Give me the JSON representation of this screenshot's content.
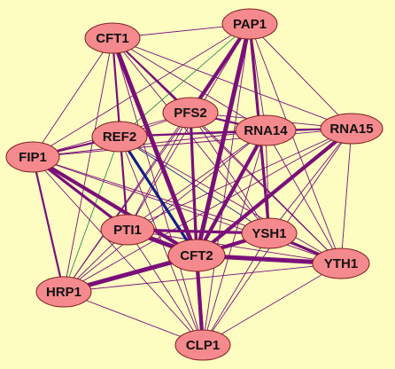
{
  "diagram": {
    "colors": {
      "background": "#fdfdc2",
      "node_fill": "#f58a8e",
      "node_stroke": "#7a1c1c",
      "edge_purple": "#7a0f7a",
      "edge_blue": "#141c8c",
      "edge_green": "#2a8a4a"
    },
    "nodes": [
      {
        "id": "CFT1",
        "label": "CFT1"
      },
      {
        "id": "PAP1",
        "label": "PAP1"
      },
      {
        "id": "PFS2",
        "label": "PFS2"
      },
      {
        "id": "REF2",
        "label": "REF2"
      },
      {
        "id": "RNA14",
        "label": "RNA14"
      },
      {
        "id": "RNA15",
        "label": "RNA15"
      },
      {
        "id": "FIP1",
        "label": "FIP1"
      },
      {
        "id": "PTI1",
        "label": "PTI1"
      },
      {
        "id": "YSH1",
        "label": "YSH1"
      },
      {
        "id": "CFT2",
        "label": "CFT2"
      },
      {
        "id": "YTH1",
        "label": "YTH1"
      },
      {
        "id": "HRP1",
        "label": "HRP1"
      },
      {
        "id": "CLP1",
        "label": "CLP1"
      }
    ],
    "edges": [
      {
        "source": "CFT1",
        "target": "CFT2",
        "weight": 5,
        "color": "purple"
      },
      {
        "source": "PAP1",
        "target": "CFT2",
        "weight": 5,
        "color": "purple"
      },
      {
        "source": "RNA15",
        "target": "CFT2",
        "weight": 4,
        "color": "purple"
      },
      {
        "source": "RNA14",
        "target": "CFT2",
        "weight": 4,
        "color": "purple"
      },
      {
        "source": "FIP1",
        "target": "CFT2",
        "weight": 4,
        "color": "purple"
      },
      {
        "source": "HRP1",
        "target": "CFT2",
        "weight": 5,
        "color": "purple"
      },
      {
        "source": "CFT2",
        "target": "YTH1",
        "weight": 5,
        "color": "purple"
      },
      {
        "source": "CFT2",
        "target": "CLP1",
        "weight": 4,
        "color": "purple"
      },
      {
        "source": "PTI1",
        "target": "CFT2",
        "weight": 5,
        "color": "purple"
      },
      {
        "source": "YSH1",
        "target": "CFT2",
        "weight": 4,
        "color": "purple"
      },
      {
        "source": "PFS2",
        "target": "CFT2",
        "weight": 3,
        "color": "purple"
      },
      {
        "source": "REF2",
        "target": "CFT2",
        "weight": 3,
        "color": "blue"
      },
      {
        "source": "PAP1",
        "target": "PFS2",
        "weight": 4,
        "color": "purple"
      },
      {
        "source": "PAP1",
        "target": "YSH1",
        "weight": 3,
        "color": "purple"
      },
      {
        "source": "FIP1",
        "target": "PTI1",
        "weight": 3,
        "color": "purple"
      },
      {
        "source": "FIP1",
        "target": "HRP1",
        "weight": 2,
        "color": "purple"
      },
      {
        "source": "REF2",
        "target": "FIP1",
        "weight": 2,
        "color": "purple"
      },
      {
        "source": "PTI1",
        "target": "YSH1",
        "weight": 3,
        "color": "purple"
      },
      {
        "source": "YSH1",
        "target": "YTH1",
        "weight": 3,
        "color": "purple"
      },
      {
        "source": "CFT1",
        "target": "PTI1",
        "weight": 2,
        "color": "purple"
      },
      {
        "source": "RNA14",
        "target": "RNA15",
        "weight": 2,
        "color": "purple"
      },
      {
        "source": "REF2",
        "target": "RNA14",
        "weight": 2,
        "color": "purple"
      },
      {
        "source": "PFS2",
        "target": "RNA14",
        "weight": 2,
        "color": "purple"
      },
      {
        "source": "CFT1",
        "target": "PFS2",
        "weight": 2,
        "color": "purple"
      },
      {
        "source": "CFT1",
        "target": "PAP1",
        "weight": 1,
        "color": "purple"
      },
      {
        "source": "CFT1",
        "target": "RNA14",
        "weight": 1,
        "color": "purple"
      },
      {
        "source": "CFT1",
        "target": "RNA15",
        "weight": 1,
        "color": "purple"
      },
      {
        "source": "CFT1",
        "target": "FIP1",
        "weight": 1,
        "color": "purple"
      },
      {
        "source": "CFT1",
        "target": "HRP1",
        "weight": 1,
        "color": "purple"
      },
      {
        "source": "CFT1",
        "target": "YSH1",
        "weight": 1,
        "color": "purple"
      },
      {
        "source": "CFT1",
        "target": "YTH1",
        "weight": 1,
        "color": "purple"
      },
      {
        "source": "CFT1",
        "target": "CLP1",
        "weight": 1,
        "color": "purple"
      },
      {
        "source": "CFT1",
        "target": "REF2",
        "weight": 1,
        "color": "blue"
      },
      {
        "source": "PAP1",
        "target": "RNA15",
        "weight": 1,
        "color": "purple"
      },
      {
        "source": "PAP1",
        "target": "RNA14",
        "weight": 1,
        "color": "purple"
      },
      {
        "source": "PAP1",
        "target": "YTH1",
        "weight": 1,
        "color": "purple"
      },
      {
        "source": "PAP1",
        "target": "PTI1",
        "weight": 1,
        "color": "purple"
      },
      {
        "source": "PAP1",
        "target": "HRP1",
        "weight": 1,
        "color": "purple"
      },
      {
        "source": "PAP1",
        "target": "CLP1",
        "weight": 1,
        "color": "purple"
      },
      {
        "source": "PAP1",
        "target": "REF2",
        "weight": 1,
        "color": "green"
      },
      {
        "source": "PAP1",
        "target": "FIP1",
        "weight": 1,
        "color": "purple"
      },
      {
        "source": "RNA15",
        "target": "FIP1",
        "weight": 1,
        "color": "purple"
      },
      {
        "source": "RNA15",
        "target": "YTH1",
        "weight": 1,
        "color": "purple"
      },
      {
        "source": "RNA15",
        "target": "YSH1",
        "weight": 1,
        "color": "purple"
      },
      {
        "source": "RNA15",
        "target": "CLP1",
        "weight": 1,
        "color": "purple"
      },
      {
        "source": "RNA15",
        "target": "HRP1",
        "weight": 1,
        "color": "purple"
      },
      {
        "source": "RNA15",
        "target": "PTI1",
        "weight": 1,
        "color": "purple"
      },
      {
        "source": "RNA15",
        "target": "PFS2",
        "weight": 1,
        "color": "purple"
      },
      {
        "source": "RNA14",
        "target": "FIP1",
        "weight": 1,
        "color": "purple"
      },
      {
        "source": "RNA14",
        "target": "YTH1",
        "weight": 1,
        "color": "purple"
      },
      {
        "source": "RNA14",
        "target": "YSH1",
        "weight": 1,
        "color": "purple"
      },
      {
        "source": "RNA14",
        "target": "HRP1",
        "weight": 1,
        "color": "purple"
      },
      {
        "source": "RNA14",
        "target": "CLP1",
        "weight": 1,
        "color": "purple"
      },
      {
        "source": "RNA14",
        "target": "PTI1",
        "weight": 1,
        "color": "purple"
      },
      {
        "source": "PFS2",
        "target": "FIP1",
        "weight": 1,
        "color": "purple"
      },
      {
        "source": "PFS2",
        "target": "YSH1",
        "weight": 1,
        "color": "purple"
      },
      {
        "source": "PFS2",
        "target": "YTH1",
        "weight": 1,
        "color": "purple"
      },
      {
        "source": "PFS2",
        "target": "HRP1",
        "weight": 1,
        "color": "purple"
      },
      {
        "source": "PFS2",
        "target": "PTI1",
        "weight": 1,
        "color": "purple"
      },
      {
        "source": "PFS2",
        "target": "CLP1",
        "weight": 1,
        "color": "purple"
      },
      {
        "source": "PFS2",
        "target": "REF2",
        "weight": 1,
        "color": "purple"
      },
      {
        "source": "REF2",
        "target": "YSH1",
        "weight": 1,
        "color": "blue"
      },
      {
        "source": "REF2",
        "target": "PTI1",
        "weight": 1,
        "color": "blue"
      },
      {
        "source": "REF2",
        "target": "HRP1",
        "weight": 1,
        "color": "green"
      },
      {
        "source": "REF2",
        "target": "RNA15",
        "weight": 1,
        "color": "blue"
      },
      {
        "source": "REF2",
        "target": "YTH1",
        "weight": 1,
        "color": "purple"
      },
      {
        "source": "REF2",
        "target": "CLP1",
        "weight": 1,
        "color": "purple"
      },
      {
        "source": "FIP1",
        "target": "YSH1",
        "weight": 1,
        "color": "purple"
      },
      {
        "source": "FIP1",
        "target": "YTH1",
        "weight": 1,
        "color": "purple"
      },
      {
        "source": "FIP1",
        "target": "CLP1",
        "weight": 1,
        "color": "purple"
      },
      {
        "source": "PTI1",
        "target": "HRP1",
        "weight": 1,
        "color": "purple"
      },
      {
        "source": "PTI1",
        "target": "YTH1",
        "weight": 1,
        "color": "purple"
      },
      {
        "source": "PTI1",
        "target": "CLP1",
        "weight": 1,
        "color": "purple"
      },
      {
        "source": "YSH1",
        "target": "HRP1",
        "weight": 1,
        "color": "purple"
      },
      {
        "source": "YSH1",
        "target": "CLP1",
        "weight": 1,
        "color": "purple"
      },
      {
        "source": "HRP1",
        "target": "YTH1",
        "weight": 1,
        "color": "purple"
      },
      {
        "source": "HRP1",
        "target": "CLP1",
        "weight": 1,
        "color": "purple"
      },
      {
        "source": "YTH1",
        "target": "CLP1",
        "weight": 1,
        "color": "purple"
      }
    ]
  }
}
